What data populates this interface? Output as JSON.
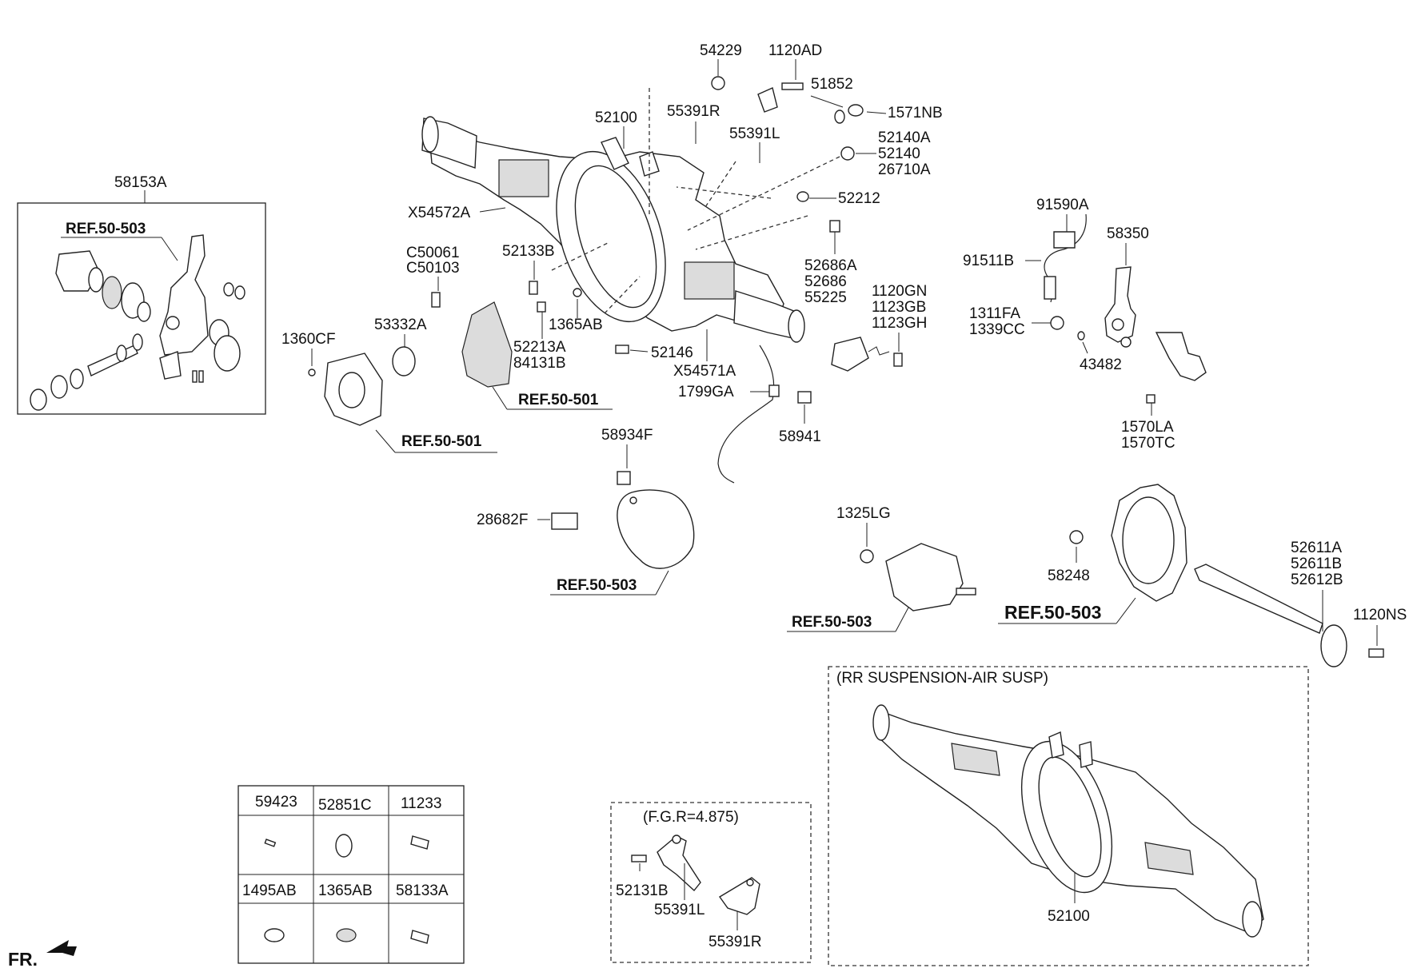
{
  "title": "",
  "orientation_label": "FR.",
  "part_numbers": {
    "p54229": "54229",
    "p1120AD": "1120AD",
    "p51852": "51852",
    "p55391R_top": "55391R",
    "p52100_top": "52100",
    "p1571NB": "1571NB",
    "p55391L_top": "55391L",
    "p52140A": "52140A",
    "p52140": "52140",
    "p26710A": "26710A",
    "p58153A": "58153A",
    "p52212": "52212",
    "pX54572A": "X54572A",
    "p91590A": "91590A",
    "p58350": "58350",
    "p91511B": "91511B",
    "pC50061": "C50061",
    "pC50103": "C50103",
    "p52133B": "52133B",
    "p52686A": "52686A",
    "p52686": "52686",
    "p55225": "55225",
    "p1120GN": "1120GN",
    "p1123GB": "1123GB",
    "p1123GH": "1123GH",
    "p1311FA": "1311FA",
    "p1339CC": "1339CC",
    "p53332A": "53332A",
    "p1365AB_main": "1365AB",
    "p1360CF": "1360CF",
    "p52213A": "52213A",
    "p84131B": "84131B",
    "p52146": "52146",
    "pX54571A": "X54571A",
    "p43482": "43482",
    "p1799GA": "1799GA",
    "p58941": "58941",
    "p58934F": "58934F",
    "p1570LA": "1570LA",
    "p1570TC": "1570TC",
    "p28682F": "28682F",
    "p1325LG": "1325LG",
    "p52611A": "52611A",
    "p52611B": "52611B",
    "p52612B": "52612B",
    "p58248": "58248",
    "p1120NS": "1120NS",
    "p52131B": "52131B",
    "p55391L_fgr": "55391L",
    "p55391R_fgr": "55391R",
    "p52100_air": "52100"
  },
  "references": {
    "ref_knuckle": "REF.50-503",
    "ref_carrier_cap": "REF.50-501",
    "ref_flange": "REF.50-501",
    "ref_tank": "REF.50-503",
    "ref_chamber": "REF.50-503",
    "ref_hub": "REF.50-503"
  },
  "boxes": {
    "air_susp_title": "(RR SUSPENSION-AIR SUSP)",
    "fgr_title": "(F.G.R=4.875)"
  },
  "legend_table": {
    "headers": [
      "59423",
      "52851C",
      "11233",
      "1495AB",
      "1365AB",
      "58133A"
    ]
  }
}
